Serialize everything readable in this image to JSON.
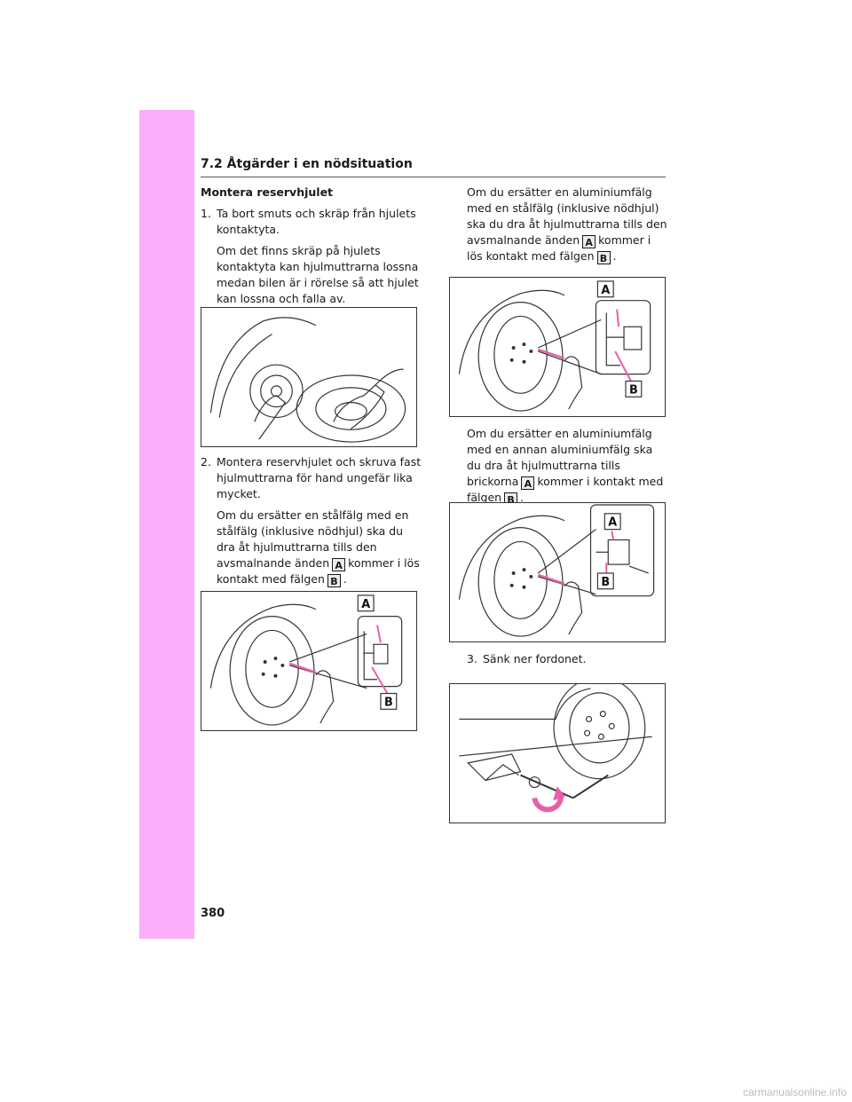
{
  "section_title": "7.2 Åtgärder i en nödsituation",
  "page_number": "380",
  "heading": "Montera reservhjulet",
  "steps": [
    {
      "num": "1.",
      "text": "Ta bort smuts och skräp från hjulets kontaktyta.",
      "note": "Om det finns skräp på hjulets kontaktyta kan hjulmuttrarna lossna medan bilen är i rörelse så att hjulet kan lossna och falla av."
    },
    {
      "num": "2.",
      "text": "Montera reservhjulet och skruva fast hjulmuttrarna för hand ungefär lika mycket.",
      "note_parts": [
        "Om du ersätter en stålfälg med en stålfälg (inklusive nödhjul) ska du dra åt hjulmuttrarna tills den avsmalnande änden",
        "kommer i lös kontakt med fälgen",
        "."
      ]
    },
    {
      "num": "3.",
      "text": "Sänk ner fordonet."
    }
  ],
  "right_notes": [
    {
      "parts": [
        "Om du ersätter en aluminiumfälg med en stålfälg (inklusive nödhjul) ska du dra åt hjulmuttrarna tills den avsmalnande änden",
        "kommer i lös kontakt med fälgen",
        "."
      ]
    },
    {
      "parts": [
        "Om du ersätter en aluminiumfälg med en annan aluminiumfälg ska du dra åt hjulmuttrarna tills brickorna",
        "kommer i kontakt med fälgen",
        "."
      ]
    }
  ],
  "labels": {
    "a": "A",
    "b": "B"
  },
  "watermark": "carmanualsonline.info",
  "colors": {
    "accent_pink": "#f9aef9",
    "arrow_pink": "#e75fa8"
  }
}
